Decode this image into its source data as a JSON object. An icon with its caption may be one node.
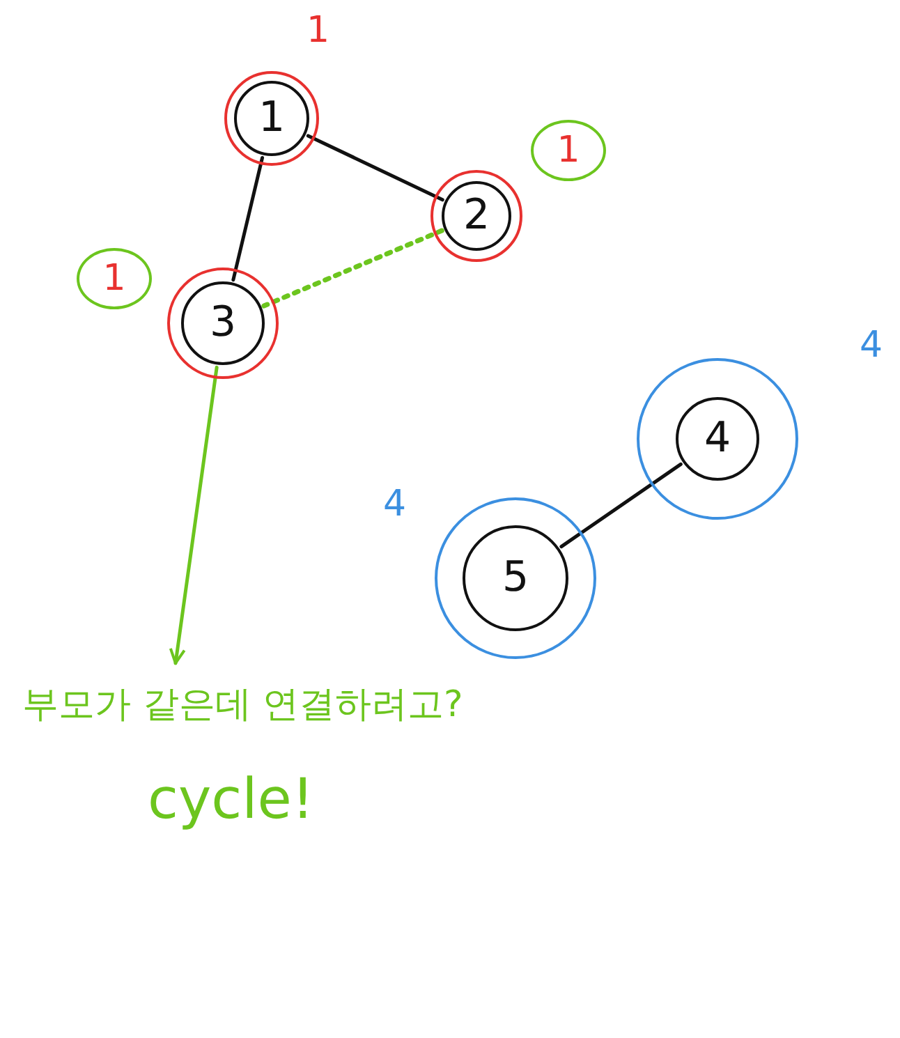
{
  "diagram": {
    "nodes": [
      {
        "text": [
          "1"
        ],
        "beside": [
          "1"
        ]
      },
      {
        "text": [
          "2"
        ],
        "beside": [
          "1"
        ]
      },
      {
        "text": [
          "3"
        ],
        "beside": [
          "1"
        ]
      },
      {
        "text": [
          "4"
        ],
        "beside": [
          "4"
        ]
      },
      {
        "text": [
          "5"
        ],
        "beside": [
          "4"
        ]
      },
      {
        "text": [
          "부모가 같은데 연결하려고?",
          "cycle!"
        ]
      }
    ],
    "edges": [
      {
        "from": 0,
        "to": 1,
        "arrow": "none"
      },
      {
        "from": 0,
        "to": 2,
        "arrow": "none"
      },
      {
        "from": 1,
        "to": 2,
        "arrow": "none",
        "style": "dashed",
        "color": "#6cc51e"
      },
      {
        "from": 3,
        "to": 4,
        "arrow": "none"
      },
      {
        "from": 2,
        "to": 5,
        "arrow": "to",
        "color": "#6cc51e"
      }
    ]
  }
}
